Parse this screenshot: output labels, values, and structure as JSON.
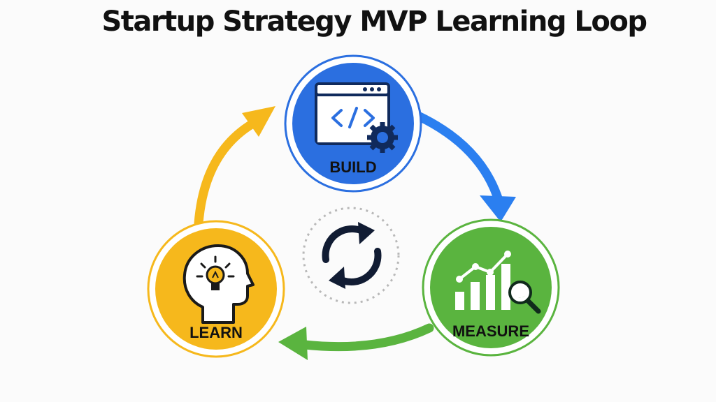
{
  "title": "Startup Strategy MVP Learning Loop",
  "nodes": [
    {
      "label": "BUILD",
      "color": "#2b6fe0",
      "icon": "code-window-gear-icon"
    },
    {
      "label": "MEASURE",
      "color": "#5ab43f",
      "icon": "bar-chart-magnifier-icon"
    },
    {
      "label": "LEARN",
      "color": "#f6b81c",
      "icon": "head-lightbulb-icon"
    }
  ],
  "center_icon": "refresh-cycle-icon",
  "arrow_colors": {
    "build_to_measure": "#2b7ff0",
    "measure_to_learn": "#5ab43f",
    "learn_to_build": "#f6b81c"
  }
}
